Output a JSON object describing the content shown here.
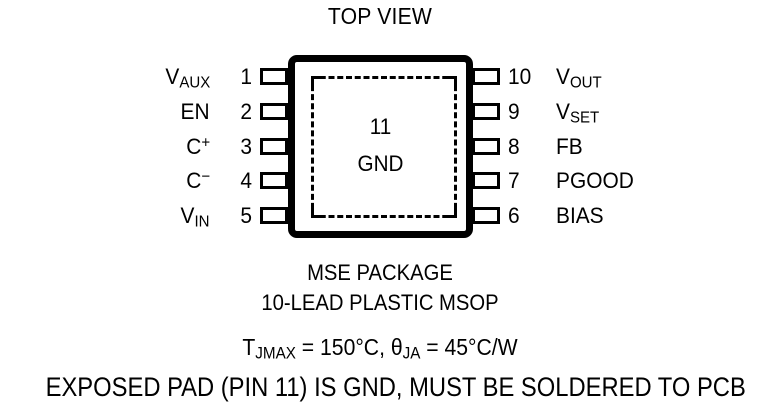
{
  "diagram": {
    "title": "TOP VIEW",
    "center_pad": {
      "number": "11",
      "label": "GND"
    },
    "pins_left": [
      {
        "num": "1",
        "name": "V",
        "sub": "AUX",
        "sup": ""
      },
      {
        "num": "2",
        "name": "EN",
        "sub": "",
        "sup": ""
      },
      {
        "num": "3",
        "name": "C",
        "sub": "",
        "sup": "+"
      },
      {
        "num": "4",
        "name": "C",
        "sub": "",
        "sup": "−"
      },
      {
        "num": "5",
        "name": "V",
        "sub": "IN",
        "sup": ""
      }
    ],
    "pins_right": [
      {
        "num": "10",
        "name": "V",
        "sub": "OUT",
        "sup": ""
      },
      {
        "num": "9",
        "name": "V",
        "sub": "SET",
        "sup": ""
      },
      {
        "num": "8",
        "name": "FB",
        "sub": "",
        "sup": ""
      },
      {
        "num": "7",
        "name": "PGOOD",
        "sub": "",
        "sup": ""
      },
      {
        "num": "6",
        "name": "BIAS",
        "sub": "",
        "sup": ""
      }
    ]
  },
  "caption": {
    "package_name": "MSE PACKAGE",
    "package_type": "10-LEAD PLASTIC MSOP",
    "thermal_prefix": "T",
    "thermal_sub_1": "JMAX",
    "thermal_mid": " = 150°C, θ",
    "thermal_sub_2": "JA",
    "thermal_suffix": " = 45°C/W",
    "exposed_pad_note": "EXPOSED PAD (PIN 11) IS GND, MUST BE SOLDERED TO PCB"
  },
  "colors": {
    "ink": "#000000",
    "paper": "#ffffff"
  }
}
